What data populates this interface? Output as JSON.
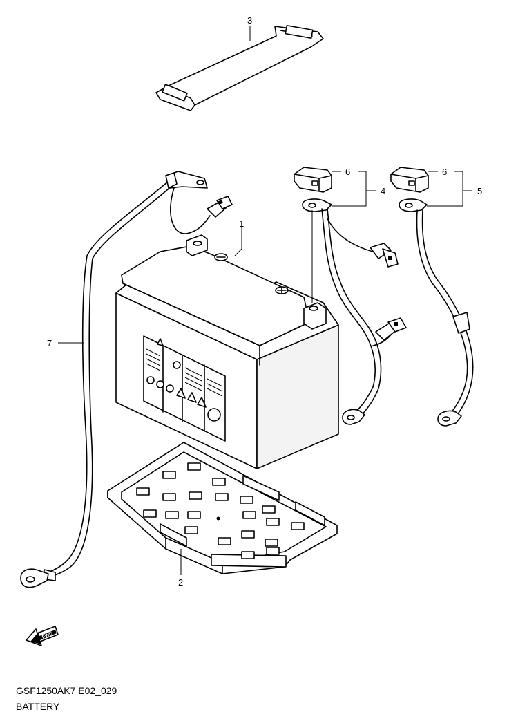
{
  "callouts": {
    "c1": "1",
    "c2": "2",
    "c3": "3",
    "c4": "4",
    "c5": "5",
    "c6a": "6",
    "c6b": "6",
    "c7": "7"
  },
  "fwd_label": "FWD",
  "footer": {
    "code": "GSF1250AK7 E02_029",
    "title": "BATTERY"
  }
}
